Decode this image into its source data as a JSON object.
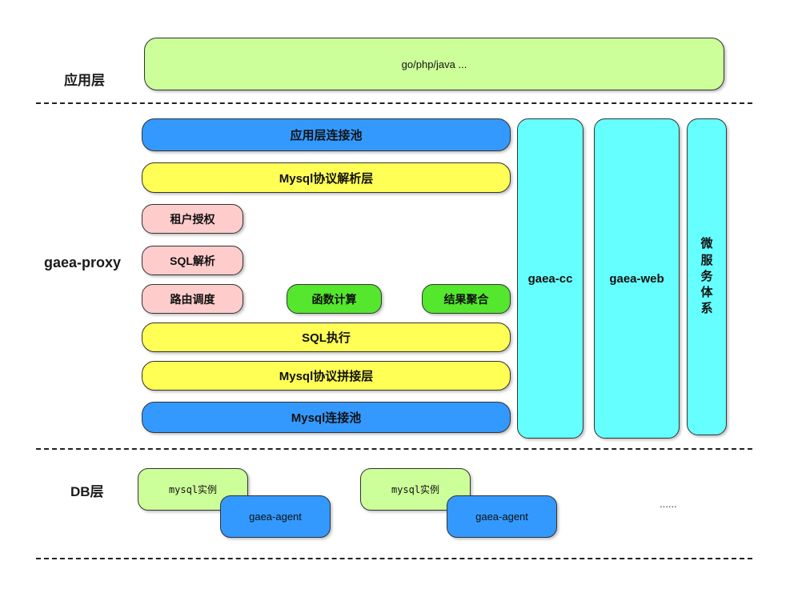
{
  "app_layer": {
    "label": "应用层",
    "box_label": "go/php/java ..."
  },
  "proxy_layer": {
    "label": "gaea-proxy",
    "blocks": {
      "app_pool": "应用层连接池",
      "mysql_parse": "Mysql协议解析层",
      "tenant_auth": "租户授权",
      "sql_parse": "SQL解析",
      "route_dispatch": "路由调度",
      "func_compute": "函数计算",
      "result_agg": "结果聚合",
      "sql_exec": "SQL执行",
      "mysql_join": "Mysql协议拼接层",
      "mysql_pool": "Mysql连接池"
    },
    "side_columns": {
      "gaea_cc": "gaea-cc",
      "gaea_web": "gaea-web",
      "microservice": "微服务体系"
    }
  },
  "db_layer": {
    "label": "DB层",
    "instances": [
      {
        "mysql": "mysql实例",
        "agent": "gaea-agent"
      },
      {
        "mysql": "mysql实例",
        "agent": "gaea-agent"
      }
    ],
    "ellipsis": "......"
  },
  "colors": {
    "app_green": "#ccff99",
    "pool_blue": "#3399ff",
    "protocol_yellow": "#ffff55",
    "module_pink": "#ffcccc",
    "compute_green": "#55e62e",
    "side_cyan": "#66ffff"
  }
}
